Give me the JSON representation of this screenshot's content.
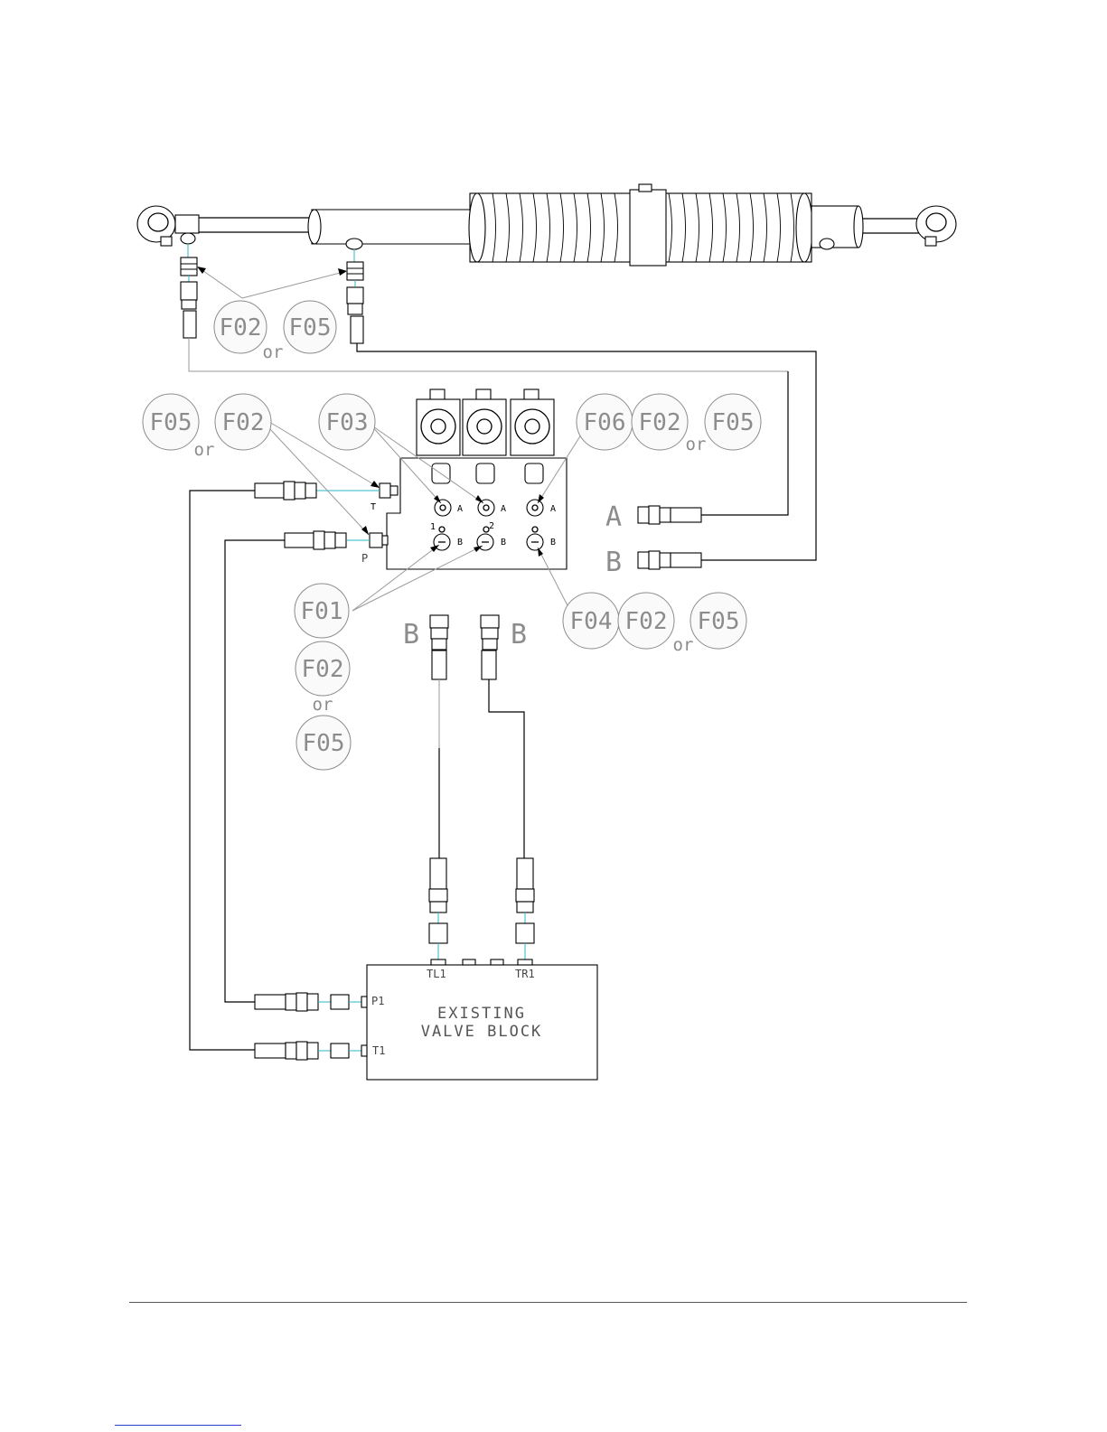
{
  "fitting_labels": {
    "top_f02": "F02",
    "top_f05": "F05",
    "top_or": "or",
    "left_f05": "F05",
    "left_or": "or",
    "left_f02": "F02",
    "f03": "F03",
    "f06": "F06",
    "right_f02": "F02",
    "right_or": "or",
    "right_f05": "F05",
    "f01": "F01",
    "mid_f02": "F02",
    "mid_or": "or",
    "mid_f05": "F05",
    "f04": "F04",
    "low_f02": "F02",
    "low_or": "or",
    "low_f05": "F05"
  },
  "hose_letters": {
    "a_right": "A",
    "b_right": "B",
    "b_left": "B",
    "b_mid": "B"
  },
  "manifold_ports": {
    "t": "T",
    "p": "P",
    "a1": "A",
    "a2": "A",
    "a3": "A",
    "b1": "B",
    "b2": "B",
    "b3": "B",
    "n1": "1",
    "n2": "2"
  },
  "valve_block": {
    "line1": "EXISTING",
    "line2": "VALVE BLOCK",
    "tl1": "TL1",
    "tr1": "TR1",
    "p1": "P1",
    "t1": "T1"
  }
}
